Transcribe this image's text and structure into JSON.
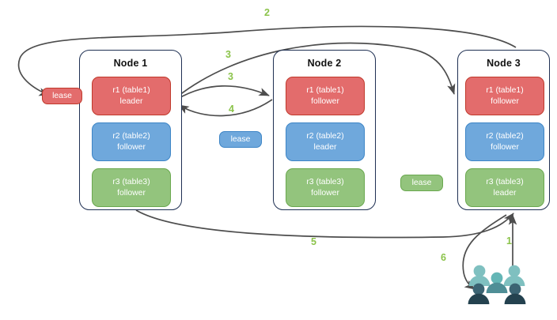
{
  "diagram": {
    "title": "distributed-lease-replication-flow",
    "colors": {
      "red": "#e36c6c",
      "red_border": "#c0392b",
      "blue": "#6fa8dc",
      "blue_border": "#3d85c6",
      "green": "#93c47d",
      "green_border": "#6aa84f",
      "node_border": "#1f3053",
      "arrow": "#4d4d4d",
      "step_label": "#8bc34a",
      "users_light": "#7fc0c0",
      "users_dark": "#2f4f5f"
    }
  },
  "nodes": [
    {
      "title": "Node 1",
      "replicas": [
        {
          "name": "r1 (table1)",
          "role": "leader",
          "color": "red"
        },
        {
          "name": "r2 (table2)",
          "role": "follower",
          "color": "blue"
        },
        {
          "name": "r3 (table3)",
          "role": "follower",
          "color": "green"
        }
      ]
    },
    {
      "title": "Node 2",
      "replicas": [
        {
          "name": "r1 (table1)",
          "role": "follower",
          "color": "red"
        },
        {
          "name": "r2 (table2)",
          "role": "leader",
          "color": "blue"
        },
        {
          "name": "r3 (table3)",
          "role": "follower",
          "color": "green"
        }
      ]
    },
    {
      "title": "Node 3",
      "replicas": [
        {
          "name": "r1 (table1)",
          "role": "follower",
          "color": "red"
        },
        {
          "name": "r2 (table2)",
          "role": "follower",
          "color": "blue"
        },
        {
          "name": "r3 (table3)",
          "role": "leader",
          "color": "green"
        }
      ]
    }
  ],
  "leases": [
    {
      "label": "lease",
      "color": "red"
    },
    {
      "label": "lease",
      "color": "blue"
    },
    {
      "label": "lease",
      "color": "green"
    }
  ],
  "steps": [
    {
      "label": "1"
    },
    {
      "label": "2"
    },
    {
      "label": "3"
    },
    {
      "label": "3"
    },
    {
      "label": "4"
    },
    {
      "label": "5"
    },
    {
      "label": "6"
    }
  ],
  "actors": {
    "users_label": "users-group-icon"
  }
}
